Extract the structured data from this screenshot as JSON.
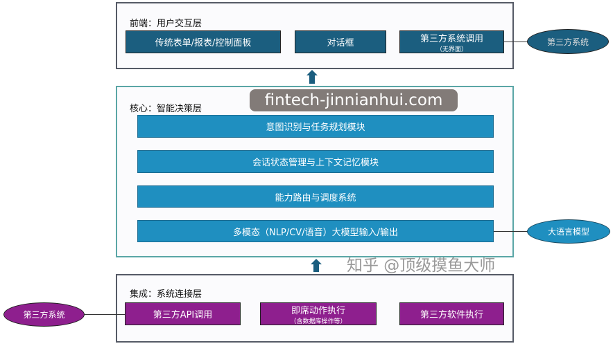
{
  "frontend": {
    "title": "前端：用户交互层",
    "items": [
      {
        "label": "传统表单/报表/控制面板"
      },
      {
        "label": "对话框"
      },
      {
        "label": "第三方系统调用",
        "sub": "（无界面）"
      }
    ]
  },
  "core": {
    "title": "核心：智能决策层",
    "modules": [
      "意图识别与任务规划模块",
      "会话状态管理与上下文记忆模块",
      "能力路由与调度系统",
      "多模态（NLP/CV/语音）大模型输入/输出"
    ]
  },
  "integration": {
    "title": "集成：系统连接层",
    "items": [
      {
        "label": "第三方API调用"
      },
      {
        "label": "即席动作执行",
        "sub": "（含数据库操作等）"
      },
      {
        "label": "第三方软件执行"
      }
    ]
  },
  "external": {
    "top_right": "第三方系统",
    "llm": "大语言模型",
    "bottom_left": "第三方系统"
  },
  "watermarks": {
    "site": "fintech-jinnianhui.com",
    "zhihu": "知乎 @顶级摸鱼大师"
  },
  "colors": {
    "frontend": "#1b5e7f",
    "core": "#1f8fc0",
    "integration": "#8e1f8e"
  }
}
